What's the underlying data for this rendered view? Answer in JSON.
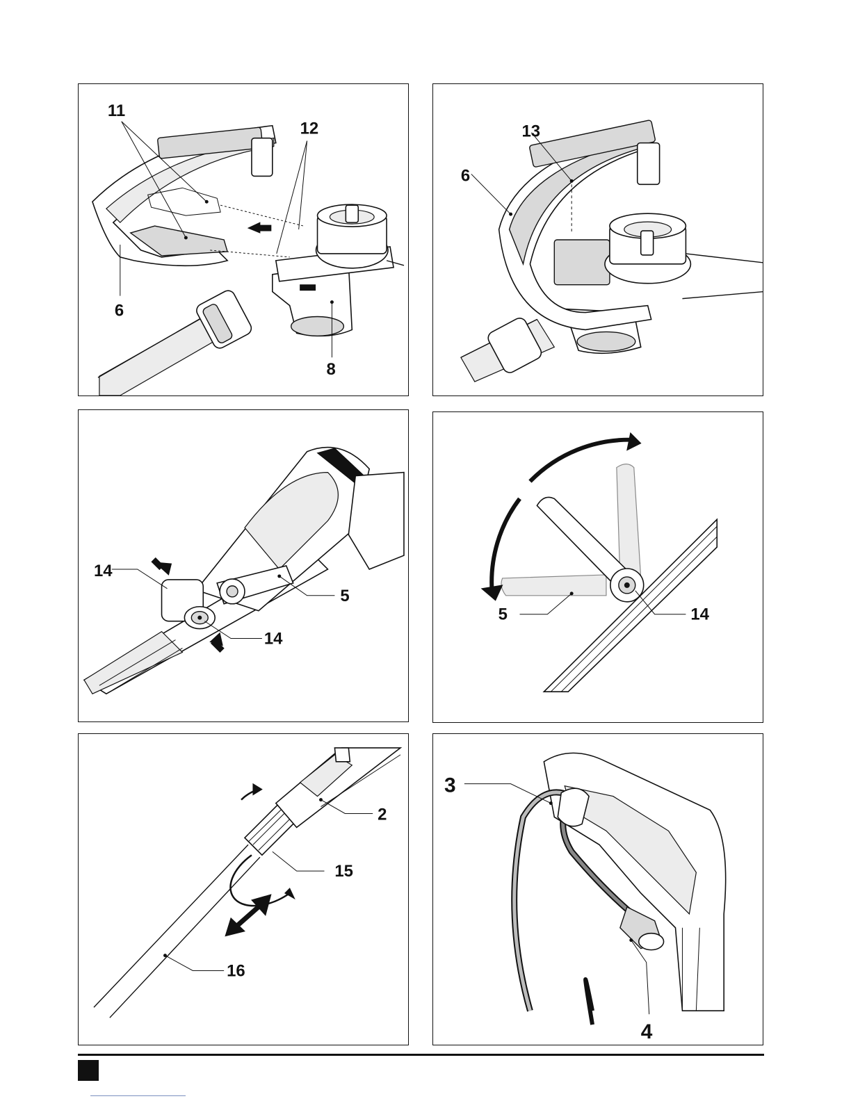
{
  "page": {
    "figures": [
      {
        "id": "figure-1",
        "callouts": [
          "11",
          "12",
          "6",
          "8"
        ]
      },
      {
        "id": "figure-2",
        "callouts": [
          "13",
          "6"
        ]
      },
      {
        "id": "figure-3",
        "callouts": [
          "14",
          "5",
          "14"
        ]
      },
      {
        "id": "figure-4",
        "callouts": [
          "5",
          "14"
        ]
      },
      {
        "id": "figure-5",
        "callouts": [
          "2",
          "15",
          "16"
        ]
      },
      {
        "id": "figure-6",
        "callouts": [
          "3",
          "4"
        ]
      }
    ]
  }
}
